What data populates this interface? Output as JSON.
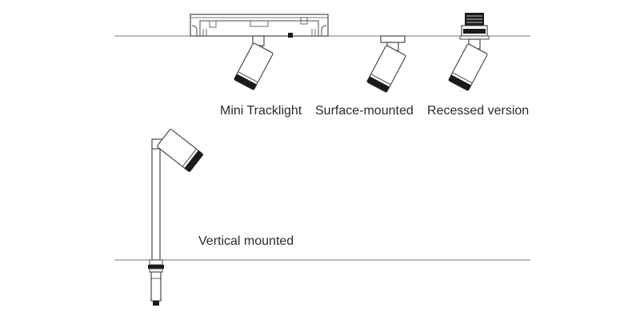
{
  "labels": {
    "mini_tracklight": "Mini Tracklight",
    "surface_mounted": "Surface-mounted",
    "recessed_version": "Recessed version",
    "vertical_mounted": "Vertical mounted"
  },
  "colors": {
    "line": "#4a4a4a",
    "dark": "#1a1a1a",
    "background": "#ffffff"
  }
}
